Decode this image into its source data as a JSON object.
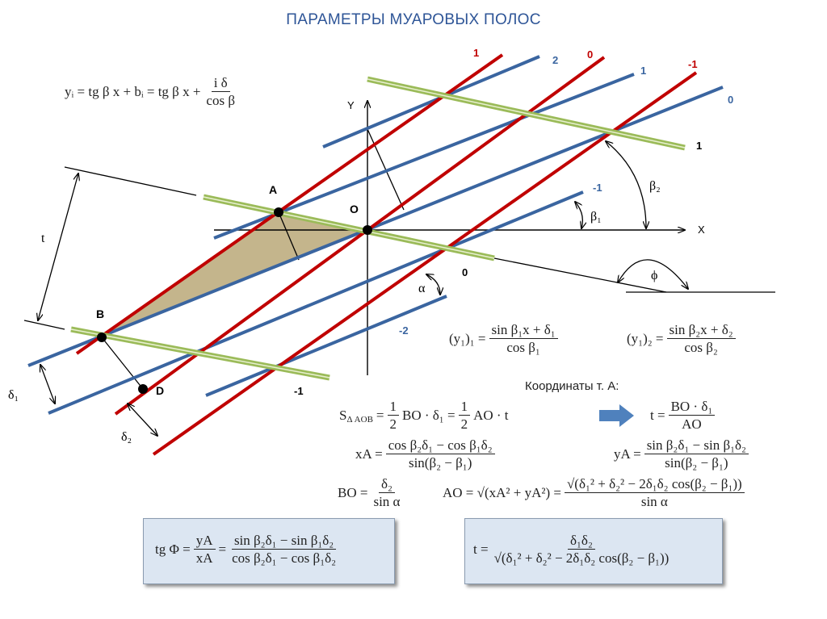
{
  "title": "ПАРАМЕТРЫ МУАРОВЫХ ПОЛОС",
  "colors": {
    "red": "#c00000",
    "blue": "#3a65a0",
    "green": "#9bbb59",
    "title": "#2e5597",
    "triangle": "#c4b58c",
    "box": "#dce6f2"
  },
  "line_labels": {
    "red": [
      "1",
      "0",
      "-1"
    ],
    "blue": [
      "2",
      "1",
      "0",
      "-1",
      "-2"
    ],
    "green": [
      "1",
      "0",
      "-1"
    ]
  },
  "axes": {
    "x": "X",
    "y": "Y"
  },
  "points": {
    "a": "A",
    "o": "O",
    "b": "B",
    "d": "D"
  },
  "dims": {
    "t": "t",
    "delta1": "δ₁",
    "delta2": "δ₂",
    "beta1": "β₁",
    "beta2": "β₂",
    "alpha": "α",
    "phi": "ϕ"
  },
  "formulas": {
    "line_eq": {
      "lhs": "yᵢ = tg β x +  bᵢ = tg β x +",
      "num": "i δ",
      "den": "cos β"
    },
    "y1_1": {
      "lhs": "(y₁)₁ =",
      "num": "sin β₁x + δ₁",
      "den": "cos β₁"
    },
    "y1_2": {
      "lhs": "(y₁)₂ =",
      "num": "sin β₂x + δ₂",
      "den": "cos β₂"
    },
    "coords_title": "Координаты т. А:",
    "area": {
      "lhs": "S",
      "sub": "Δ AOB",
      "eq": "=",
      "f1_num": "1",
      "f1_den": "2",
      "mid": "BO · δ₁ =",
      "f2_num": "1",
      "f2_den": "2",
      "tail": "AO · t"
    },
    "t_eq": {
      "lhs": "t =",
      "num": "BO · δ₁",
      "den": "AO"
    },
    "xA": {
      "lhs": "xA =",
      "num": "cos β₂δ₁ − cos β₁δ₂",
      "den": "sin(β₂ − β₁)"
    },
    "yA": {
      "lhs": "yA =",
      "num": "sin β₂δ₁ − sin β₁δ₂",
      "den": "sin(β₂ − β₁)"
    },
    "BO": {
      "lhs": "BO =",
      "num": "δ₂",
      "den": "sin α"
    },
    "AO": {
      "lhs": "AO = √(xA² + yA²) =",
      "num": "√(δ₁² + δ₂² − 2δ₁δ₂ cos(β₂ − β₁))",
      "den": "sin α"
    },
    "tgPhi": {
      "lhs": "tg Φ =",
      "f1_num": "yA",
      "f1_den": "xA",
      "eq": "=",
      "num": "sin β₂δ₁ − sin β₁δ₂",
      "den": "cos β₂δ₁ − cos β₁δ₂"
    },
    "t_box": {
      "lhs": "t =",
      "num": "δ₁δ₂",
      "den": "√(δ₁² + δ₂² − 2δ₁δ₂ cos(β₂ − β₁))"
    }
  }
}
